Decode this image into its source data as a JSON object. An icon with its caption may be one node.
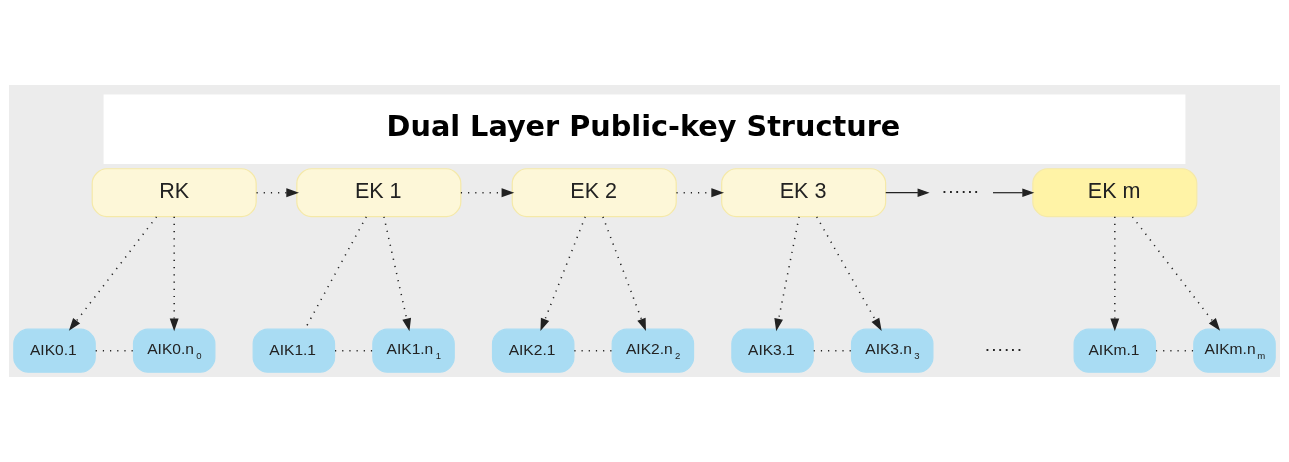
{
  "diagram": {
    "title": "Dual Layer Public-key Structure",
    "nodes": [
      {
        "text": [
          "RK"
        ]
      },
      {
        "text": [
          "EK 1"
        ]
      },
      {
        "text": [
          "EK 2"
        ]
      },
      {
        "text": [
          "EK 3"
        ]
      },
      {
        "text": [
          "······"
        ]
      },
      {
        "text": [
          "EK m"
        ]
      },
      {
        "text": [
          "AIK0.1"
        ]
      },
      {
        "text": [
          "AIK0.n$_{0}$"
        ]
      },
      {
        "text": [
          "AIK1.1"
        ]
      },
      {
        "text": [
          "AIK1.n$_{1}$"
        ]
      },
      {
        "text": [
          "AIK2.1"
        ]
      },
      {
        "text": [
          "AIK2.n$_{2}$"
        ]
      },
      {
        "text": [
          "AIK3.1"
        ]
      },
      {
        "text": [
          "AIK3.n$_{3}$"
        ]
      },
      {
        "text": [
          "AIKm.1"
        ]
      },
      {
        "text": [
          "AIKm.n$_{m}$"
        ]
      }
    ],
    "edges": [
      {
        "from": 0,
        "to": 1,
        "arrow": "to",
        "style": "dashed"
      },
      {
        "from": 1,
        "to": 2,
        "arrow": "to",
        "style": "dashed"
      },
      {
        "from": 2,
        "to": 3,
        "arrow": "to",
        "style": "dashed"
      },
      {
        "from": 3,
        "to": 4,
        "arrow": "to"
      },
      {
        "from": 4,
        "to": 5,
        "arrow": "to"
      },
      {
        "from": 0,
        "to": 6,
        "arrow": "to",
        "style": "dashed"
      },
      {
        "from": 0,
        "to": 7,
        "arrow": "to",
        "style": "dashed"
      },
      {
        "from": 1,
        "to": 8,
        "arrow": "none",
        "style": "dashed"
      },
      {
        "from": 1,
        "to": 9,
        "arrow": "to",
        "style": "dashed"
      },
      {
        "from": 2,
        "to": 10,
        "arrow": "to",
        "style": "dashed"
      },
      {
        "from": 2,
        "to": 11,
        "arrow": "to",
        "style": "dashed"
      },
      {
        "from": 3,
        "to": 12,
        "arrow": "to",
        "style": "dashed"
      },
      {
        "from": 3,
        "to": 13,
        "arrow": "to",
        "style": "dashed"
      },
      {
        "from": 5,
        "to": 14,
        "arrow": "to",
        "style": "dashed"
      },
      {
        "from": 5,
        "to": 15,
        "arrow": "to",
        "style": "dashed"
      },
      {
        "from": 6,
        "to": 7,
        "arrow": "none",
        "style": "dashed"
      },
      {
        "from": 8,
        "to": 9,
        "arrow": "none",
        "style": "dashed"
      },
      {
        "from": 10,
        "to": 11,
        "arrow": "none",
        "style": "dashed"
      },
      {
        "from": 12,
        "to": 13,
        "arrow": "none",
        "style": "dashed"
      },
      {
        "from": 14,
        "to": 15,
        "arrow": "none",
        "style": "dashed"
      }
    ],
    "labels": [
      "······"
    ]
  }
}
